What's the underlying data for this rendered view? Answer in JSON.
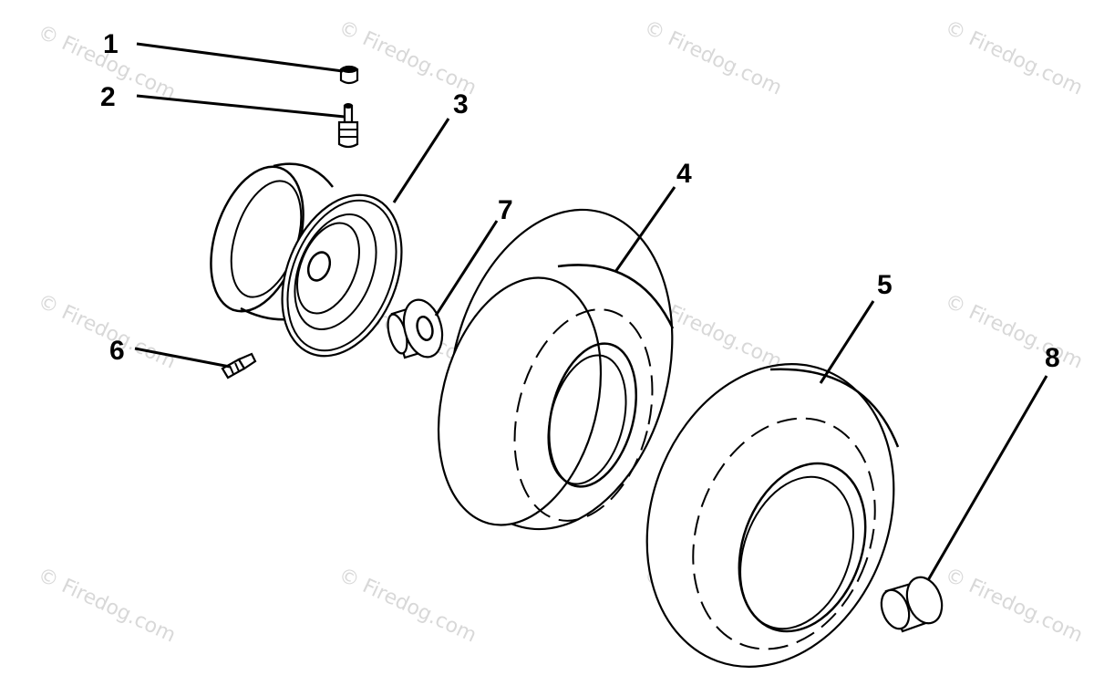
{
  "watermark": "© Firedog.com",
  "callouts": [
    {
      "id": "1",
      "text": "1"
    },
    {
      "id": "2",
      "text": "2"
    },
    {
      "id": "3",
      "text": "3"
    },
    {
      "id": "4",
      "text": "4"
    },
    {
      "id": "5",
      "text": "5"
    },
    {
      "id": "6",
      "text": "6"
    },
    {
      "id": "7",
      "text": "7"
    },
    {
      "id": "8",
      "text": "8"
    }
  ]
}
